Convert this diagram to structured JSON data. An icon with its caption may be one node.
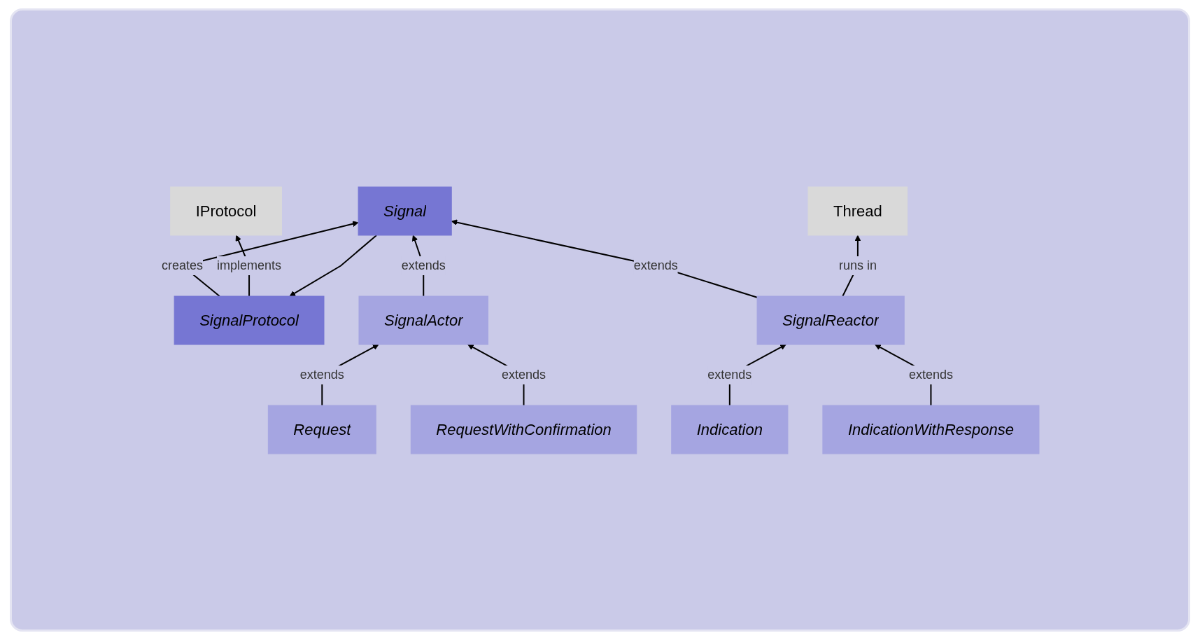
{
  "diagram": {
    "nodes": [
      {
        "text": [
          "SignalProtocol"
        ]
      },
      {
        "text": [
          "IProtocol"
        ]
      },
      {
        "text": [
          "Signal"
        ]
      },
      {
        "text": [
          "Thread"
        ]
      },
      {
        "text": [
          "SignalActor"
        ]
      },
      {
        "text": [
          "SignalReactor"
        ]
      },
      {
        "text": [
          "Request"
        ]
      },
      {
        "text": [
          "RequestWithConfirmation"
        ]
      },
      {
        "text": [
          "Indication"
        ]
      },
      {
        "text": [
          "IndicationWithResponse"
        ]
      }
    ],
    "edges": [
      {
        "from": 0,
        "to": 2,
        "arrow": "to",
        "label": "creates"
      },
      {
        "from": 0,
        "to": 1,
        "arrow": "to",
        "label": "implements"
      },
      {
        "from": 2,
        "to": 0,
        "arrow": "to"
      },
      {
        "from": 4,
        "to": 2,
        "arrow": "to",
        "label": "extends"
      },
      {
        "from": 5,
        "to": 2,
        "arrow": "to",
        "label": "extends"
      },
      {
        "from": 5,
        "to": 3,
        "arrow": "to",
        "label": "runs in"
      },
      {
        "from": 6,
        "to": 4,
        "arrow": "to",
        "label": "extends"
      },
      {
        "from": 7,
        "to": 4,
        "arrow": "to",
        "label": "extends"
      },
      {
        "from": 8,
        "to": 5,
        "arrow": "to",
        "label": "extends"
      },
      {
        "from": 9,
        "to": 5,
        "arrow": "to",
        "label": "extends"
      }
    ]
  }
}
